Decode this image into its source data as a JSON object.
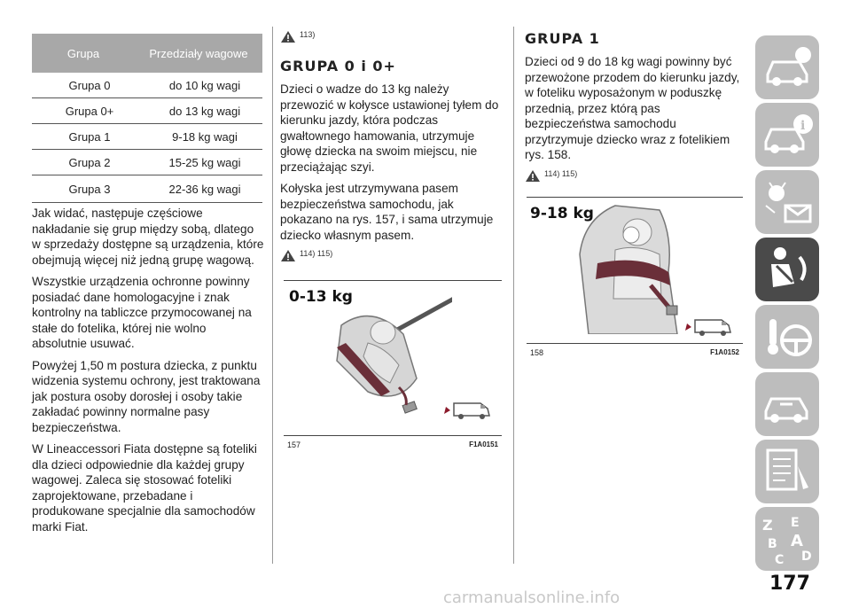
{
  "table": {
    "headers": [
      "Grupa",
      "Przedziały wagowe"
    ],
    "rows": [
      [
        "Grupa 0",
        "do 10 kg wagi"
      ],
      [
        "Grupa 0+",
        "do 13 kg wagi"
      ],
      [
        "Grupa 1",
        "9-18 kg wagi"
      ],
      [
        "Grupa 2",
        "15-25 kg wagi"
      ],
      [
        "Grupa 3",
        "22-36 kg wagi"
      ]
    ]
  },
  "col1": {
    "p1": "Jak widać, następuje częściowe nakładanie się grup między sobą, dlatego w sprzedaży dostępne są urządzenia, które obejmują więcej niż jedną grupę wagową.",
    "p2": "Wszystkie urządzenia ochronne powinny posiadać dane homologacyjne i znak kontrolny na tabliczce przymocowanej na stałe do fotelika, której nie wolno absolutnie usuwać.",
    "p3": "Powyżej 1,50 m postura dziecka, z punktu widzenia systemu ochrony, jest traktowana jak postura osoby dorosłej i osoby takie zakładać powinny normalne pasy bezpieczeństwa.",
    "p4": "W Lineaccessori Fiata dostępne są foteliki dla dzieci odpowiednie dla każdej grupy wagowej. Zaleca się stosować foteliki zaprojektowane, przebadane i produkowane specjalnie dla samochodów marki Fiat."
  },
  "col2": {
    "warn_top": "113)",
    "heading": "GRUPA 0 i 0+",
    "p1": "Dzieci o wadze do 13 kg należy przewozić w kołysce ustawionej tyłem do kierunku jazdy, która podczas gwałtownego hamowania, utrzymuje głowę dziecka na swoim miejscu, nie przeciążając szyi.",
    "p2": "Kołyska jest utrzymywana pasem bezpieczeństwa samochodu, jak pokazano na rys. 157, i sama utrzymuje dziecko własnym pasem.",
    "warn_bottom": "114) 115)",
    "fig_label": "0-13 kg",
    "fig_num": "157",
    "fig_code": "F1A0151"
  },
  "col3": {
    "heading": "GRUPA 1",
    "p1": "Dzieci od 9 do 18 kg wagi powinny być przewożone przodem do kierunku jazdy, w foteliku wyposażonym w poduszkę przednią, przez którą pas bezpieczeństwa samochodu przytrzymuje dziecko wraz z fotelikiem rys. 158.",
    "warn": "114) 115)",
    "fig_label": "9-18 kg",
    "fig_num": "158",
    "fig_code": "F1A0152"
  },
  "sidebar": {
    "icons": [
      "car-dashboard-icon",
      "car-info-icon",
      "warning-lights-icon",
      "safety-airbag-icon",
      "starting-driving-icon",
      "emergency-icon",
      "maintenance-icon",
      "technical-data-icon",
      "index-icon"
    ],
    "active_index": 3
  },
  "page_number": "177",
  "watermark": "carmanualsonline.info"
}
